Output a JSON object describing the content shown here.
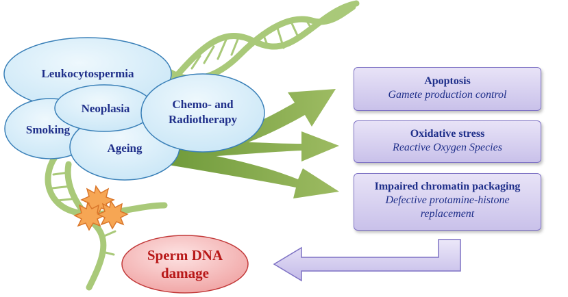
{
  "factors": [
    {
      "label": "Leukocytospermia"
    },
    {
      "label": "Neoplasia"
    },
    {
      "label": "Smoking"
    },
    {
      "label": "Ageing"
    },
    {
      "label_line1": "Chemo- and",
      "label_line2": "Radiotherapy"
    }
  ],
  "mechanisms": [
    {
      "title": "Apoptosis",
      "subtitle_line1": "Gamete production control",
      "subtitle_line2": ""
    },
    {
      "title": "Oxidative stress",
      "subtitle_line1": "Reactive Oxygen Species",
      "subtitle_line2": ""
    },
    {
      "title": "Impaired chromatin packaging",
      "subtitle_line1": "Defective protamine-histone",
      "subtitle_line2": "replacement"
    }
  ],
  "outcome": {
    "line1": "Sperm DNA",
    "line2": "damage"
  },
  "colors": {
    "ellipse_fill": "#d7eefa",
    "ellipse_stroke": "#3a80b8",
    "arrow_green": "#8aab4e",
    "dna_green": "#a9c979",
    "box_fill": "#d9d2f2",
    "box_stroke": "#7e72c4",
    "outcome_fill": "#f3b5b5",
    "outcome_text": "#b81818",
    "label_text": "#1f2f8a",
    "burst_fill": "#f6a654"
  }
}
